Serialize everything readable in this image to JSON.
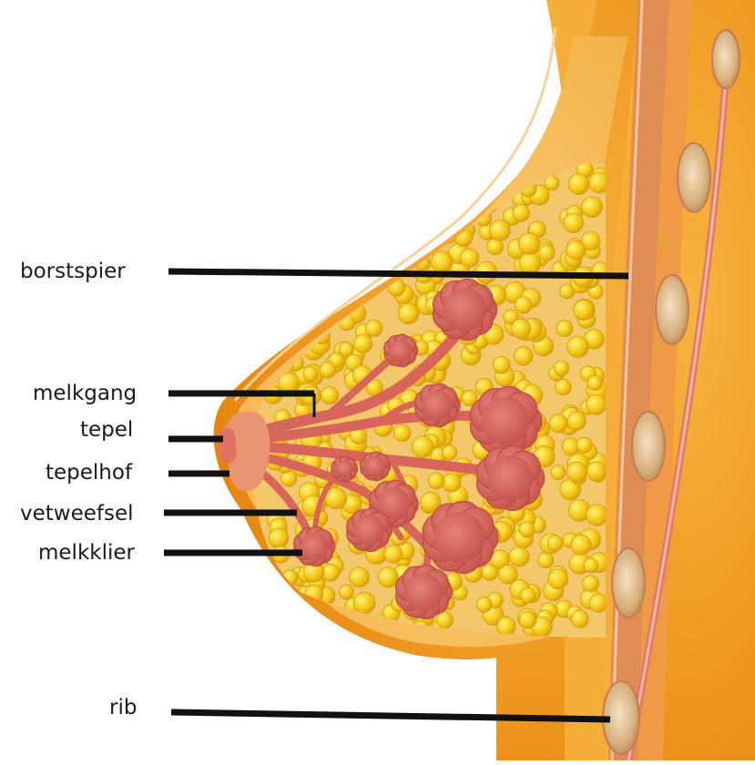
{
  "labels": {
    "borstspier": "borstspier",
    "melkgang": "melkgang",
    "tepel": "tepel",
    "tepelhof": "tepelhof",
    "vetweefsel": "vetweefsel",
    "melkklier": "melkklier",
    "rib": "rib"
  },
  "colors": {
    "skin": "#f5a623",
    "skin_dark": "#e8870f",
    "skin_light": "#f9c15a",
    "muscle": "#de8a4f",
    "fat": "#f2c21a",
    "gland": "#cf6158",
    "rib_bone": "#d6b17e",
    "leader": "#111111"
  }
}
